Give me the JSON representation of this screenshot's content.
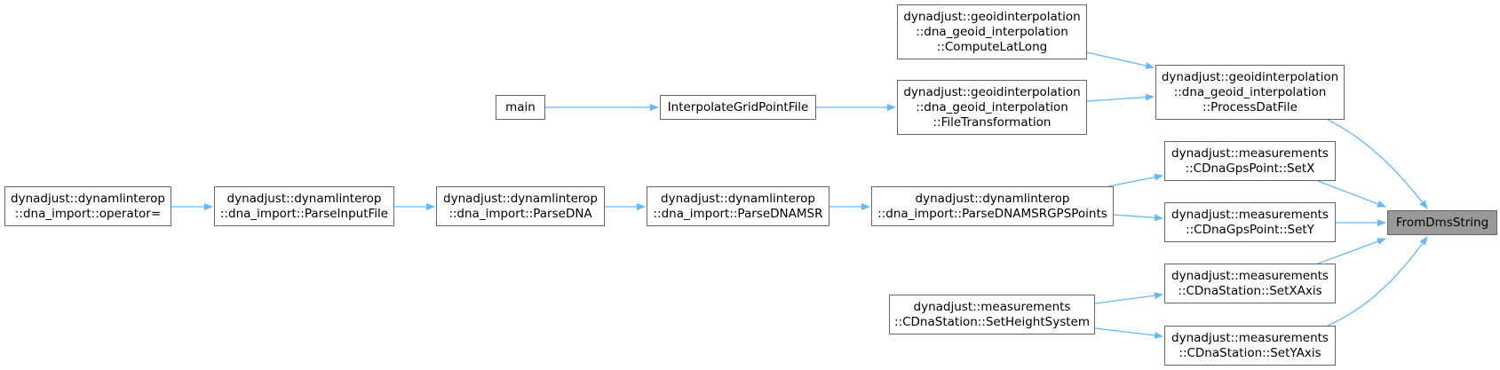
{
  "nodes": {
    "fromdms": {
      "lines": [
        "FromDmsString"
      ]
    },
    "processdat": {
      "lines": [
        "dynadjust::geoidinterpolation",
        "::dna_geoid_interpolation",
        "::ProcessDatFile"
      ]
    },
    "computelatlong": {
      "lines": [
        "dynadjust::geoidinterpolation",
        "::dna_geoid_interpolation",
        "::ComputeLatLong"
      ]
    },
    "filetransform": {
      "lines": [
        "dynadjust::geoidinterpolation",
        "::dna_geoid_interpolation",
        "::FileTransformation"
      ]
    },
    "interpgrid": {
      "lines": [
        "InterpolateGridPointFile"
      ]
    },
    "main": {
      "lines": [
        "main"
      ]
    },
    "setx": {
      "lines": [
        "dynadjust::measurements",
        "::CDnaGpsPoint::SetX"
      ]
    },
    "sety": {
      "lines": [
        "dynadjust::measurements",
        "::CDnaGpsPoint::SetY"
      ]
    },
    "setxaxis": {
      "lines": [
        "dynadjust::measurements",
        "::CDnaStation::SetXAxis"
      ]
    },
    "setyaxis": {
      "lines": [
        "dynadjust::measurements",
        "::CDnaStation::SetYAxis"
      ]
    },
    "setheight": {
      "lines": [
        "dynadjust::measurements",
        "::CDnaStation::SetHeightSystem"
      ]
    },
    "parsegps": {
      "lines": [
        "dynadjust::dynamlinterop",
        "::dna_import::ParseDNAMSRGPSPoints"
      ]
    },
    "parsemsr": {
      "lines": [
        "dynadjust::dynamlinterop",
        "::dna_import::ParseDNAMSR"
      ]
    },
    "parsedna": {
      "lines": [
        "dynadjust::dynamlinterop",
        "::dna_import::ParseDNA"
      ]
    },
    "parseinput": {
      "lines": [
        "dynadjust::dynamlinterop",
        "::dna_import::ParseInputFile"
      ]
    },
    "operator": {
      "lines": [
        "dynadjust::dynamlinterop",
        "::dna_import::operator="
      ]
    }
  },
  "colors": {
    "edge": "#63b8ff",
    "border": "#666666",
    "highlight": "#999999"
  }
}
